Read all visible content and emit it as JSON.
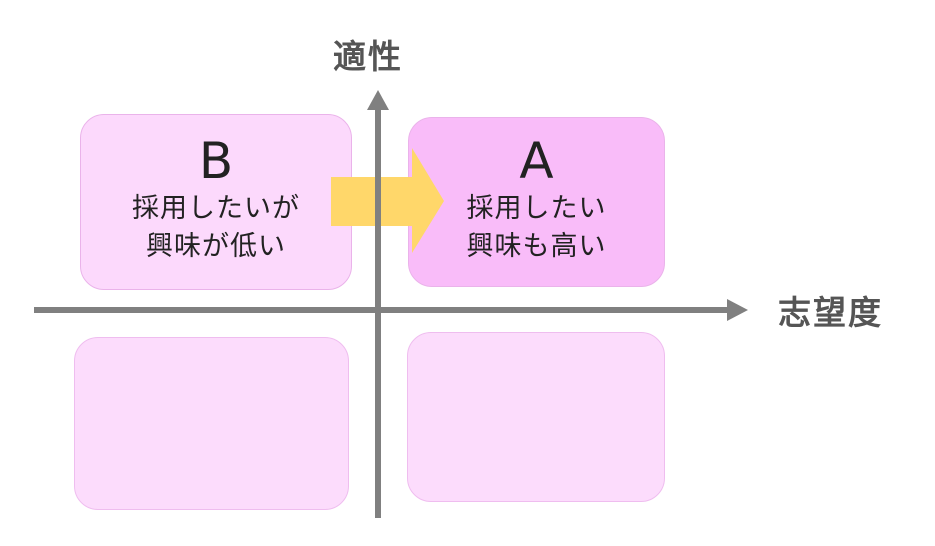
{
  "axes": {
    "y_title": "適性",
    "x_title": "志望度"
  },
  "quadrants": {
    "a": {
      "letter": "A",
      "line1": "採用したい",
      "line2": "興味も高い"
    },
    "b": {
      "letter": "B",
      "line1": "採用したいが",
      "line2": "興味が低い"
    }
  },
  "colors": {
    "axis": "#808080",
    "quadrant_a_fill": "#f9bcf9",
    "quadrant_b_fill": "#fcd9fc",
    "quadrant_empty_fill": "#fcdcfc",
    "arrow": "#ffd76a"
  }
}
